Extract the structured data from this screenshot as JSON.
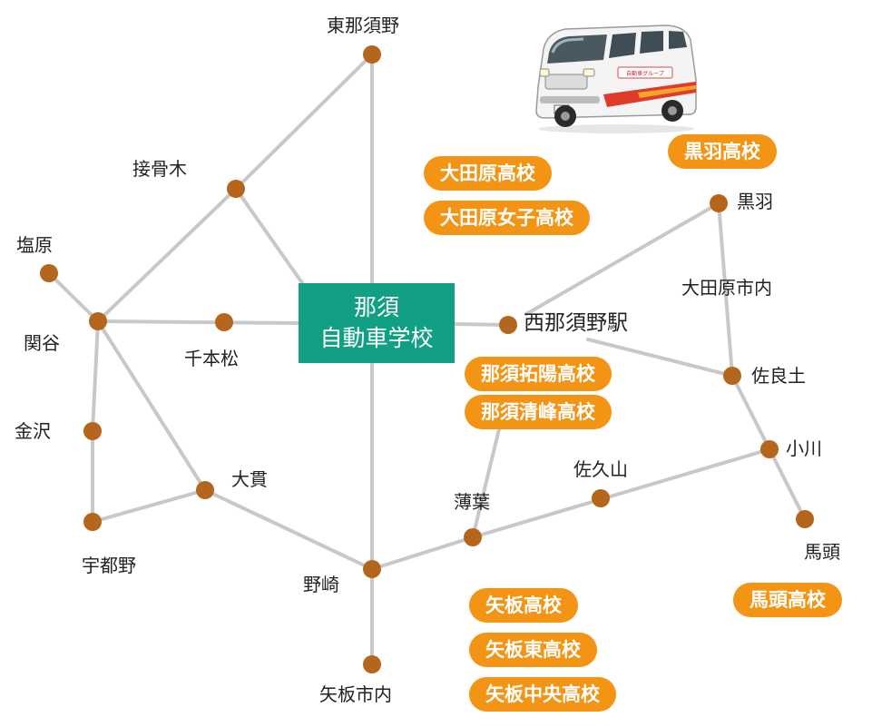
{
  "school": {
    "line1": "那須",
    "line2": "自動車学校"
  },
  "stops": {
    "higashi_nasuno": "東那須野",
    "setsukotsugi": "接骨木",
    "shiobara": "塩原",
    "sekiya": "関谷",
    "senbonmatsu": "千本松",
    "kanazawa": "金沢",
    "onuki": "大貫",
    "utsunoya": "宇都野",
    "nozaki": "野崎",
    "yaita_shinai": "矢板市内",
    "susukiba": "薄葉",
    "sakuyama": "佐久山",
    "nishi_nasuno_station": "西那須野駅",
    "kurobane": "黒羽",
    "otawara_shinai": "大田原市内",
    "sarado": "佐良土",
    "ogawa": "小川",
    "bato": "馬頭"
  },
  "schools": {
    "otawara": "大田原高校",
    "otawara_joshi": "大田原女子高校",
    "kurobane": "黒羽高校",
    "nasu_takuyo": "那須拓陽高校",
    "nasu_seiho": "那須清峰高校",
    "bato": "馬頭高校",
    "yaita": "矢板高校",
    "yaita_higashi": "矢板東高校",
    "yaita_chuo": "矢板中央高校"
  },
  "van_sign": "自動車グループ",
  "colors": {
    "route": "#c8c8c8",
    "stop": "#b4671c",
    "school_pill": "#f39415",
    "hub": "#12a085"
  }
}
